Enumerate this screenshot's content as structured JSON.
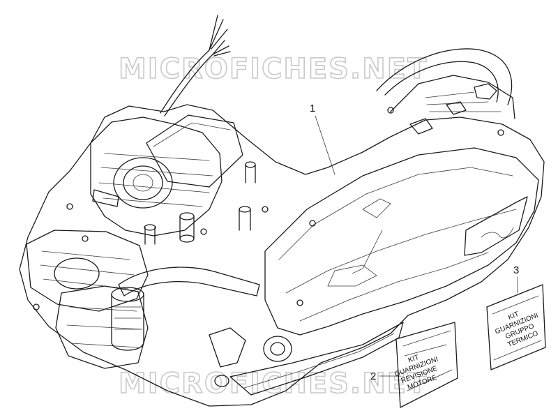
{
  "watermark": "MICROFICHES.NET",
  "callouts": [
    {
      "number": "1"
    },
    {
      "number": "2"
    },
    {
      "number": "3"
    }
  ],
  "gasket_kit_engine": [
    "KIT",
    "GUARNIZIONI",
    "REVISIONE",
    "MOTORE"
  ],
  "gasket_kit_cylinder": [
    "KIT",
    "GUARNIZIONI",
    "GRUPPO",
    "TERMICO"
  ],
  "colors": {
    "line": "#1a1a1a",
    "watermark": "#c9c9c9",
    "background": "#ffffff"
  }
}
